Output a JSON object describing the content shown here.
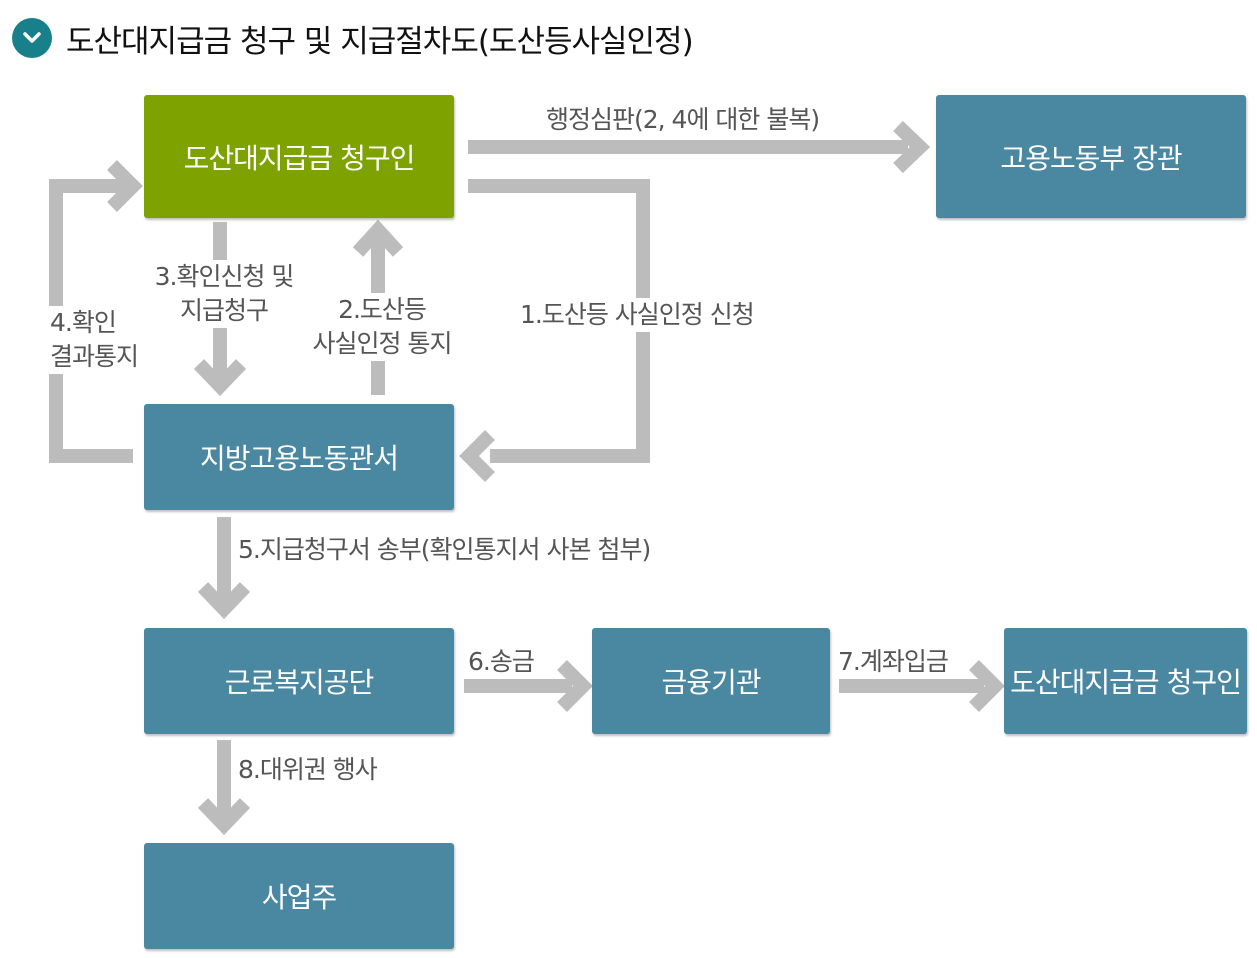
{
  "title": "도산대지급금 청구 및 지급절차도(도산등사실인정)",
  "icons": {
    "toggle": "chevron-down-icon"
  },
  "colors": {
    "box_blue": "#4a87a0",
    "box_green": "#7ea300",
    "arrow": "#bcbcbc",
    "icon_bg": "#17808a",
    "label": "#555555"
  },
  "boxes": {
    "claimant": "도산대지급금 청구인",
    "minister": "고용노동부 장관",
    "labor_office": "지방고용노동관서",
    "welfare_corp": "근로복지공단",
    "bank": "금융기관",
    "claimant2": "도산대지급금 청구인",
    "employer": "사업주"
  },
  "labels": {
    "appeal": "행정심판(2, 4에 대한 불복)",
    "step1": "1.도산등 사실인정 신청",
    "step2_line1": "2.도산등",
    "step2_line2": "사실인정 통지",
    "step3_line1": "3.확인신청 및",
    "step3_line2": "지급청구",
    "step4_line1": "4.확인",
    "step4_line2": "결과통지",
    "step5": "5.지급청구서 송부(확인통지서 사본 첨부)",
    "step6": "6.송금",
    "step7": "7.계좌입금",
    "step8": "8.대위권 행사"
  }
}
